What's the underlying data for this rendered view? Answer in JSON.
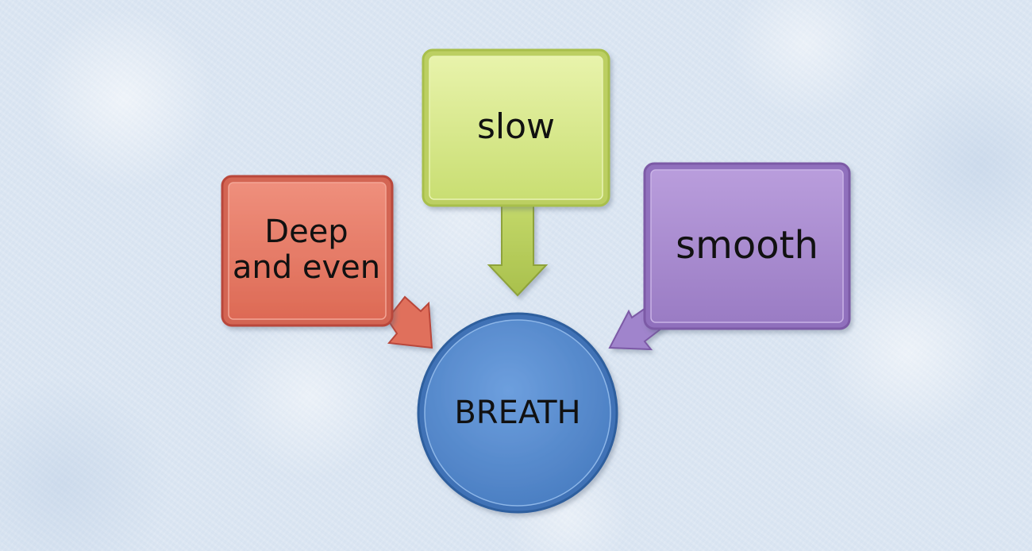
{
  "diagram": {
    "center": {
      "label": "BREATH",
      "color": "#5a8ed0"
    },
    "nodes": [
      {
        "id": "slow",
        "label": "slow",
        "color": "#d6e98a"
      },
      {
        "id": "deep",
        "label": "Deep and even",
        "lines": [
          "Deep",
          "and even"
        ],
        "color": "#e77a66"
      },
      {
        "id": "smooth",
        "label": "smooth",
        "color": "#a98ad0"
      }
    ]
  },
  "colors": {
    "background": "#dbe6f2",
    "slow_fill": "#d6e98a",
    "slow_edge": "#a8bf4c",
    "deep_fill": "#e77a66",
    "deep_edge": "#b9473a",
    "smooth_fill": "#a98ad0",
    "smooth_edge": "#7c5aa6",
    "breath_fill": "#5a8ed0",
    "breath_edge": "#2f5f9e"
  }
}
